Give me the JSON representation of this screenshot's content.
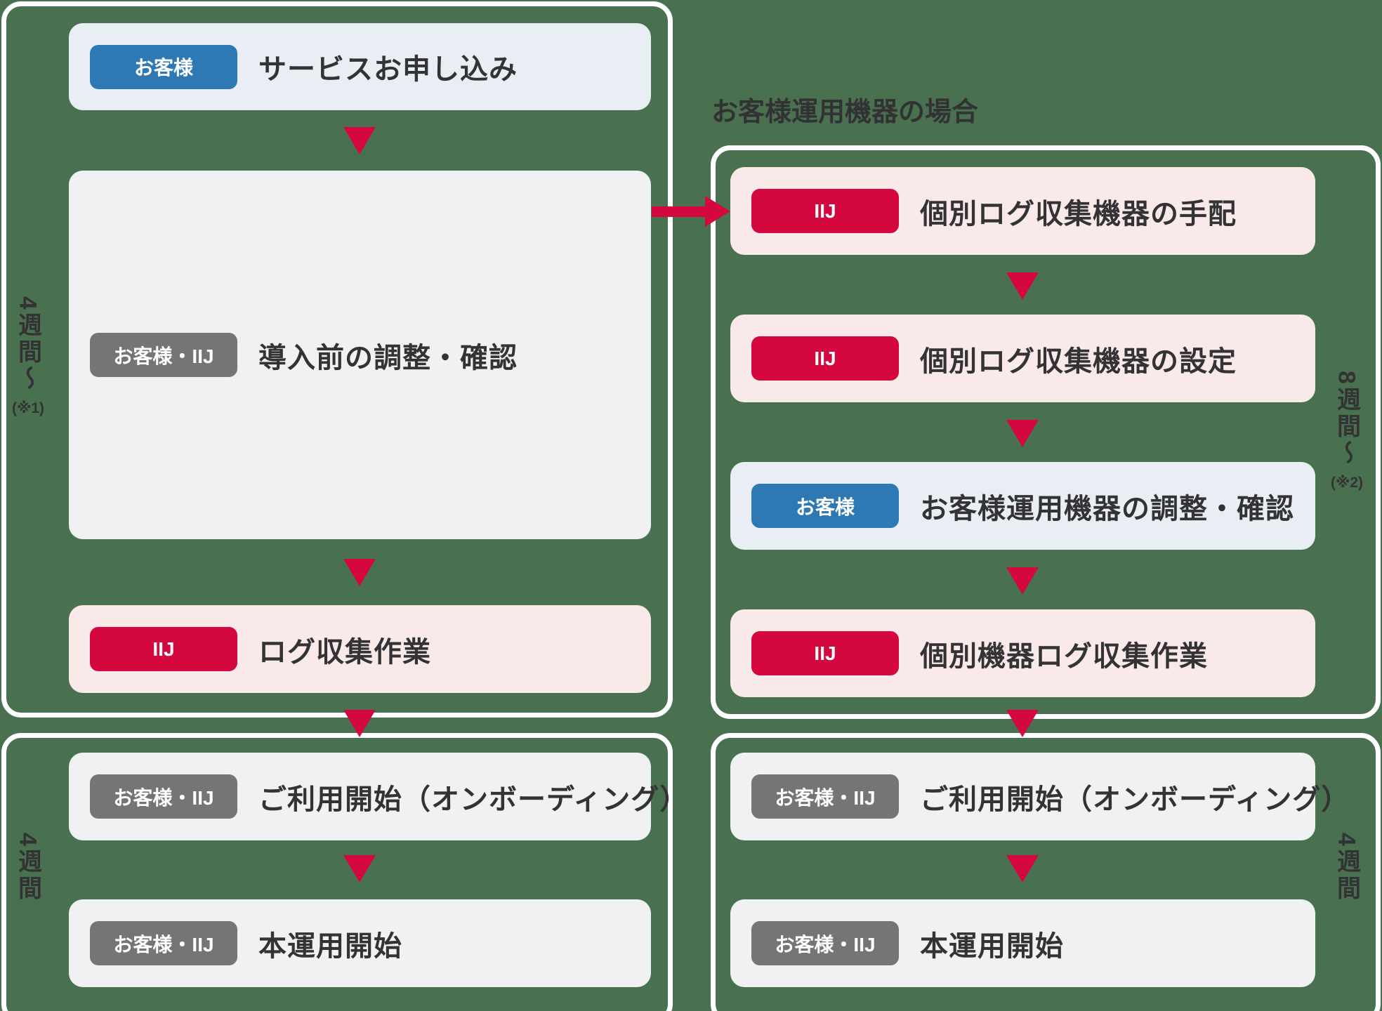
{
  "colors": {
    "background_green": "#497150",
    "accent_red": "#D5073F",
    "badge_blue": "#2E79B3",
    "badge_gray": "#757578",
    "box_light_blue": "#E8EEF4",
    "box_light_gray": "#EFF1F3",
    "box_pink": "#FAE9E9",
    "container_border": "#FFFFFF",
    "text_dark": "#333336"
  },
  "header": {
    "right_flow_title": "お客様運用機器の場合"
  },
  "flows": {
    "left_top": {
      "duration": "4週間〜",
      "duration_note": "(※1)",
      "steps": [
        {
          "actor": "お客様",
          "label": "サービスお申し込み"
        },
        {
          "actor": "お客様・IIJ",
          "label": "導入前の調整・確認"
        },
        {
          "actor": "IIJ",
          "label": "ログ収集作業"
        }
      ]
    },
    "right_top": {
      "duration": "8週間〜",
      "duration_note": "(※2)",
      "steps": [
        {
          "actor": "IIJ",
          "label": "個別ログ収集機器の手配"
        },
        {
          "actor": "IIJ",
          "label": "個別ログ収集機器の設定"
        },
        {
          "actor": "お客様",
          "label": "お客様運用機器の調整・確認"
        },
        {
          "actor": "IIJ",
          "label": "個別機器ログ収集作業"
        }
      ]
    },
    "left_bottom": {
      "duration": "4週間",
      "steps": [
        {
          "actor": "お客様・IIJ",
          "label": "ご利用開始（オンボーディング）"
        },
        {
          "actor": "お客様・IIJ",
          "label": "本運用開始"
        }
      ]
    },
    "right_bottom": {
      "duration": "4週間",
      "steps": [
        {
          "actor": "お客様・IIJ",
          "label": "ご利用開始（オンボーディング）"
        },
        {
          "actor": "お客様・IIJ",
          "label": "本運用開始"
        }
      ]
    }
  }
}
